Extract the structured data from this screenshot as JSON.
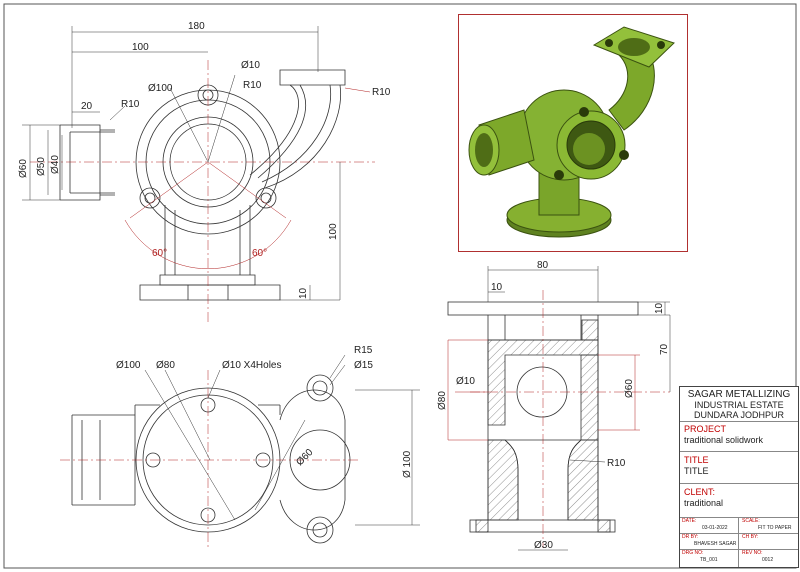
{
  "dimensions": {
    "front": [
      "180",
      "100",
      "20",
      "R10",
      "Ø100",
      "Ø10",
      "R10",
      "R10",
      "Ø60",
      "Ø50",
      "Ø40",
      "60°",
      "60°",
      "100",
      "10"
    ],
    "top": [
      "Ø100",
      "Ø80",
      "Ø10 X4Holes",
      "R15",
      "Ø15",
      "Ø60",
      "Ø 100"
    ],
    "section": [
      "80",
      "10",
      "10",
      "70",
      "Ø80",
      "Ø10",
      "Ø60",
      "R10",
      "Ø30"
    ]
  },
  "title_block": {
    "company": "SAGAR METALLIZING",
    "address_line1": "INDUSTRIAL ESTATE",
    "address_line2": "DUNDARA JODHPUR",
    "project_label": "PROJECT",
    "project_value": "traditional solidwork",
    "title_label": "TITLE",
    "title_value": "TITLE",
    "client_label": "CLENT:",
    "client_value": "traditional",
    "date_label": "DATE:",
    "date_value": "03-01-2022",
    "scale_label": "SCALE:",
    "scale_value": "FIT TO PAPER",
    "drby_label": "DR BY:",
    "drby_value": "BHAVESH SAGAR",
    "chby_label": "CH BY:",
    "chby_value": "",
    "drgno_label": "DRG NO:",
    "drgno_value": "TB_001",
    "revno_label": "REV NO:",
    "revno_value": "0012"
  },
  "colors": {
    "part_green": "#7da82a",
    "part_dark": "#4f6d16",
    "dimension_red": "#b02020",
    "line": "#333333"
  }
}
